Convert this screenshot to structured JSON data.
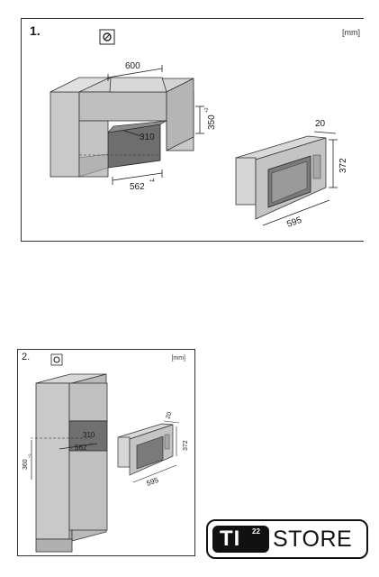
{
  "step1": {
    "number": "1.",
    "unit": "[mm]",
    "icon": "tools-icon",
    "dimensions": {
      "cabinet_width": "600",
      "niche_height": "350",
      "niche_height_tol": "+2",
      "niche_depth": "310",
      "niche_width": "562",
      "niche_width_tol": "+4",
      "appliance_depth": "20",
      "appliance_height": "372",
      "appliance_width": "595"
    }
  },
  "step2": {
    "number": "2.",
    "unit": "[mm]",
    "icon": "tools-icon",
    "dimensions": {
      "niche_height": "360",
      "niche_height_tol": "+2",
      "niche_depth": "310",
      "niche_width": "562",
      "niche_width_tol": "+4",
      "appliance_depth": "20",
      "appliance_height": "372",
      "appliance_width": "595"
    }
  },
  "logo": {
    "badge": "TI",
    "superscript": "22",
    "text": "STORE"
  }
}
